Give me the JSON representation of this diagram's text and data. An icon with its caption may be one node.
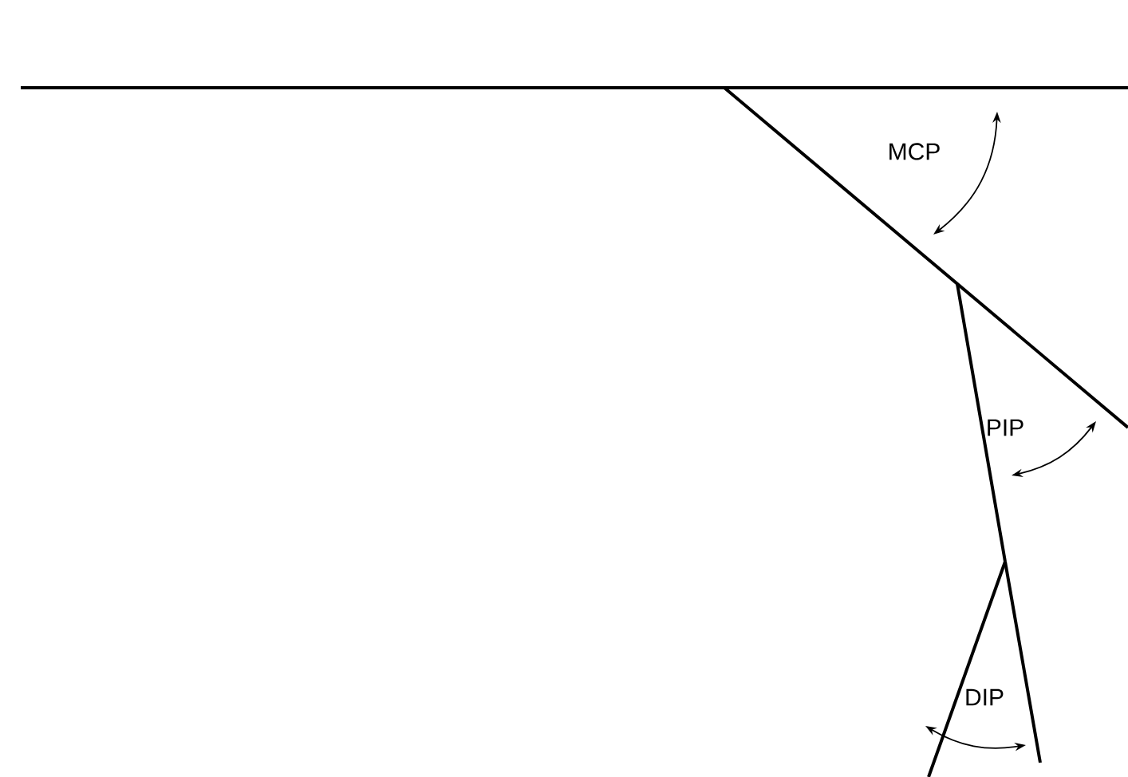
{
  "diagram": {
    "labels": [
      "MCP",
      "PIP",
      "DIP"
    ]
  }
}
